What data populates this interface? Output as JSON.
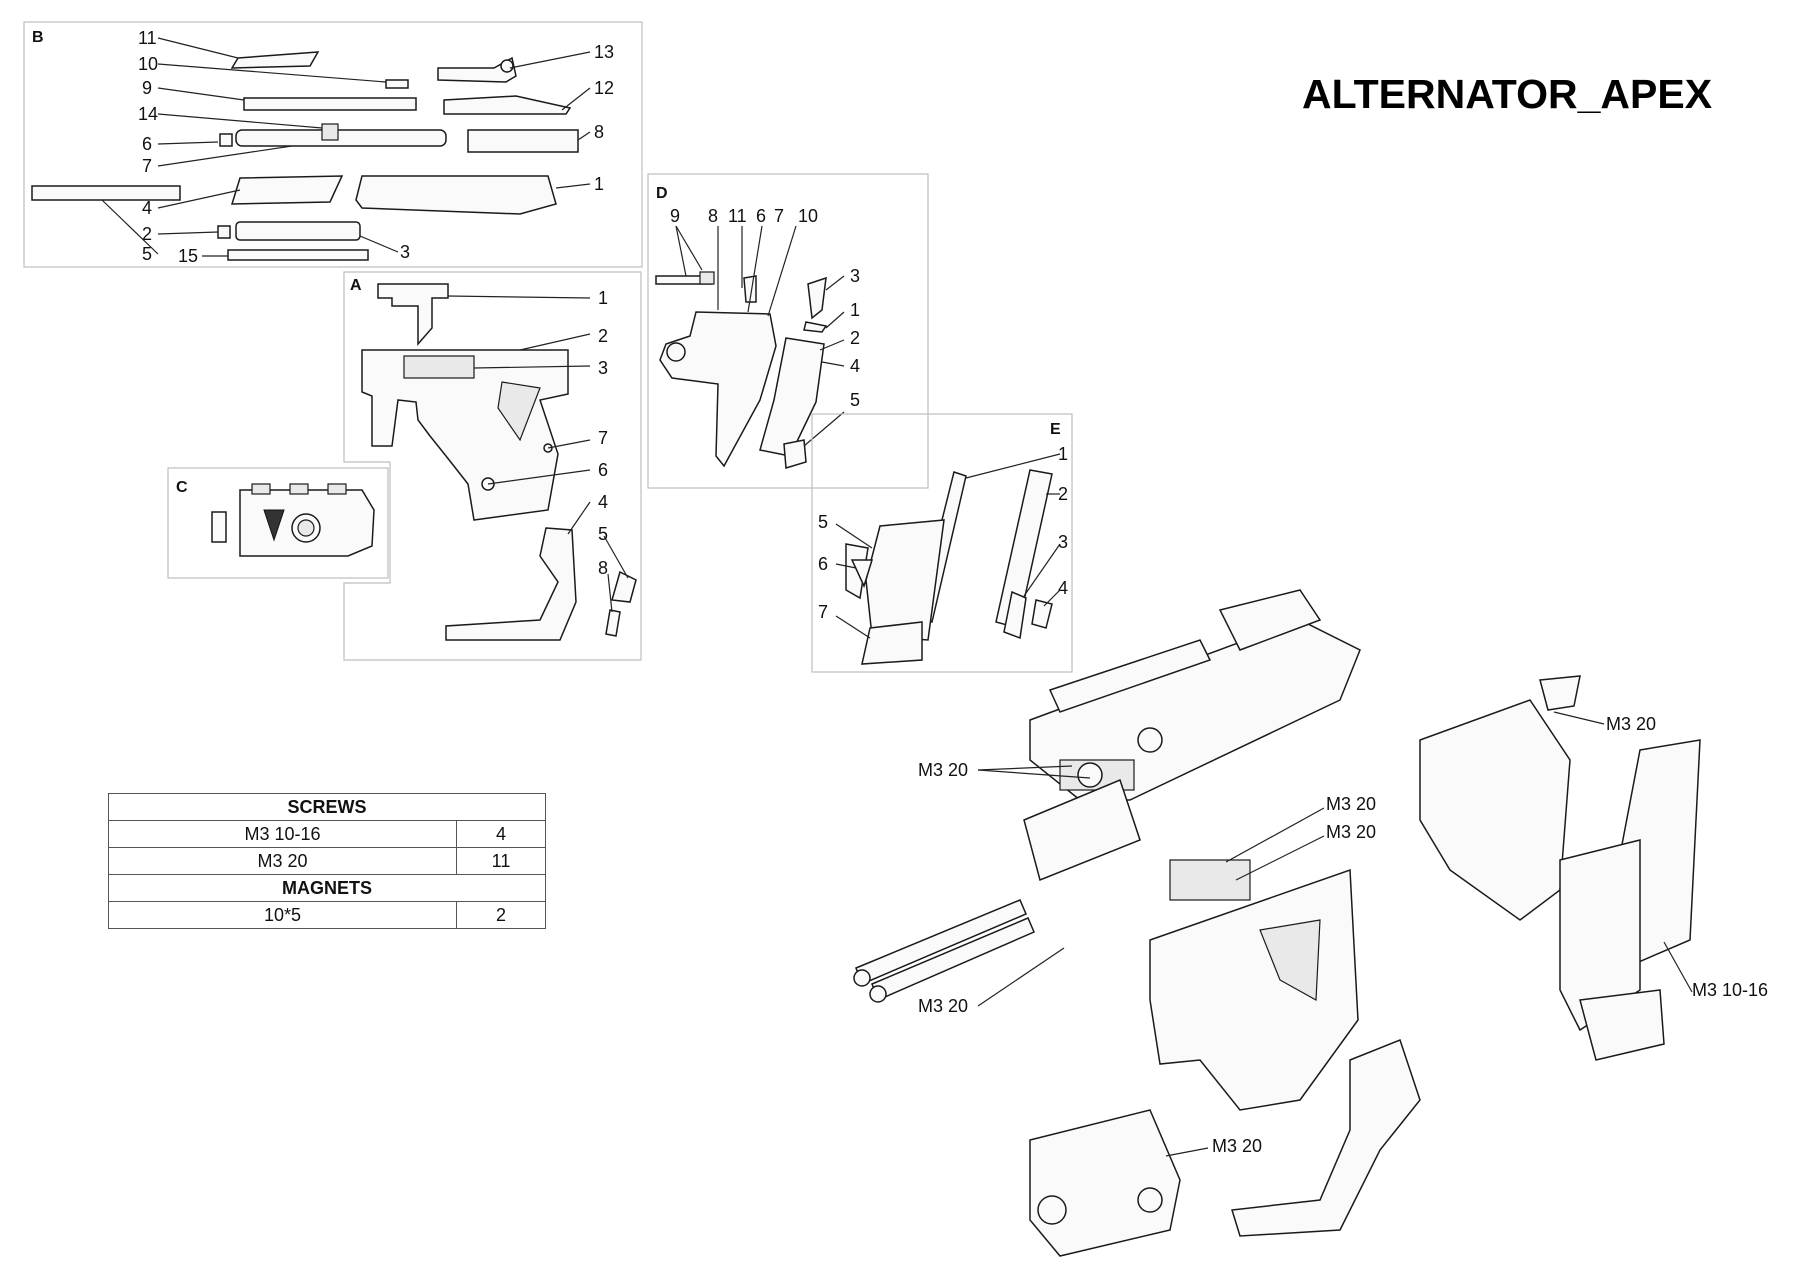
{
  "title": "ALTERNATOR_APEX",
  "panels": {
    "B": {
      "letter": "B",
      "callouts": [
        "11",
        "10",
        "13",
        "9",
        "12",
        "14",
        "8",
        "6",
        "7",
        "1",
        "4",
        "2",
        "5",
        "3",
        "15"
      ]
    },
    "A": {
      "letter": "A",
      "callouts": [
        "1",
        "2",
        "3",
        "7",
        "6",
        "4",
        "5",
        "8"
      ]
    },
    "C": {
      "letter": "C"
    },
    "D": {
      "letter": "D",
      "callouts": [
        "9",
        "8",
        "11",
        "6",
        "7",
        "10",
        "3",
        "1",
        "2",
        "4",
        "5"
      ]
    },
    "E": {
      "letter": "E",
      "callouts": [
        "1",
        "2",
        "5",
        "6",
        "3",
        "4",
        "7"
      ]
    }
  },
  "assembly_callouts": [
    "M3 20",
    "M3 20",
    "M3 20",
    "M3 20",
    "M3 20",
    "M3 20",
    "M3 10-16"
  ],
  "hardware_table": {
    "screws_header": "SCREWS",
    "screws": [
      {
        "size": "M3 10-16",
        "qty": "4"
      },
      {
        "size": "M3 20",
        "qty": "11"
      }
    ],
    "magnets_header": "MAGNETS",
    "magnets": [
      {
        "size": "10*5",
        "qty": "2"
      }
    ]
  }
}
